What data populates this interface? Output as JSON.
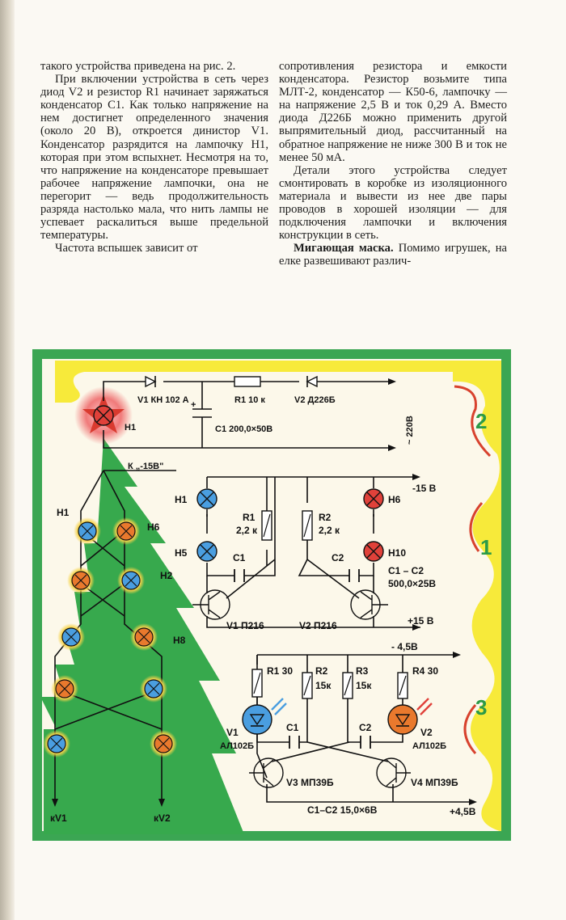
{
  "text": {
    "left": [
      "такого устройства приведена на рис. 2.",
      "При включении устройства в сеть через диод V2 и резистор R1 начинает заряжаться конденсатор C1. Как только напряжение на нем достигнет определенного значения (около 20 В), откроется динистор V1. Конденсатор разрядится на лампочку H1, которая при этом вспыхнет. Несмотря на то, что напряжение на конденсаторе превышает рабочее напряжение лампочки, она не перегорит — ведь продолжительность разряда настолько мала, что нить лампы не успевает раскалиться выше предельной температуры.",
      "Частота вспышек зависит от"
    ],
    "right": [
      "сопротивления резистора и емкости конденсатора. Резистор возьмите типа МЛТ-2, конденсатор — К50-6, лампочку — на напряжение 2,5 В и ток 0,29 А. Вместо диода Д226Б можно применить другой выпрямительный диод, рассчитанный на обратное напряжение не ниже 300 В и ток не менее 50 мА.",
      "Детали этого устройства следует смонтировать в коробке из изоляционного материала и вывести из нее две пары проводов в хорошей изоляции — для подключения лампочки и включения конструкции в сеть."
    ],
    "heading": "Мигающая маска.",
    "right_tail": "Помимо игрушек, на елке развешивают различ-"
  },
  "figure": {
    "section_numbers": [
      "2",
      "1",
      "3"
    ],
    "circuit2": {
      "v1": "V1 КН 102 А",
      "r1": "R1 10 к",
      "v2": "V2 Д226Б",
      "c1": "C1 200,0×50В",
      "h1": "H1",
      "mains": "~ 220В"
    },
    "circuit1": {
      "k_label": "К „-15В\"",
      "h1": "H1",
      "h5": "H5",
      "h6": "H6",
      "h10": "H10",
      "r1": "R1",
      "r1v": "2,2 к",
      "r2": "R2",
      "r2v": "2,2 к",
      "c1": "C1",
      "c2": "C2",
      "c_spec1": "C1 – C2",
      "c_spec2": "500,0×25В",
      "v1": "V1 П216",
      "v2": "V2 П216",
      "minus": "-15 В",
      "plus": "+15 В"
    },
    "circuit3": {
      "minus": "- 4,5В",
      "r1": "R1 30",
      "r2": "R2",
      "r2v": "15к",
      "r3": "R3",
      "r3v": "15к",
      "r4": "R4 30",
      "c1": "C1",
      "c2": "C2",
      "v1": "V1",
      "v1t": "АЛ102Б",
      "v2": "V2",
      "v2t": "АЛ102Б",
      "v3": "V3 МП39Б",
      "v4": "V4 МП39Б",
      "c_spec": "C1–C2 15,0×6В",
      "plus": "+4,5В"
    },
    "tree": {
      "labels": [
        "H1",
        "H6",
        "H2",
        "H8"
      ],
      "kv1": "кV1",
      "kv2": "кV2"
    },
    "colors": {
      "green_border": "#3ba653",
      "yellow_field": "#f7ea3a",
      "tree_green": "#37a94d",
      "lamp_blue": "#4a9ee0",
      "lamp_red": "#e0413a",
      "lamp_orange": "#e9792d"
    }
  }
}
